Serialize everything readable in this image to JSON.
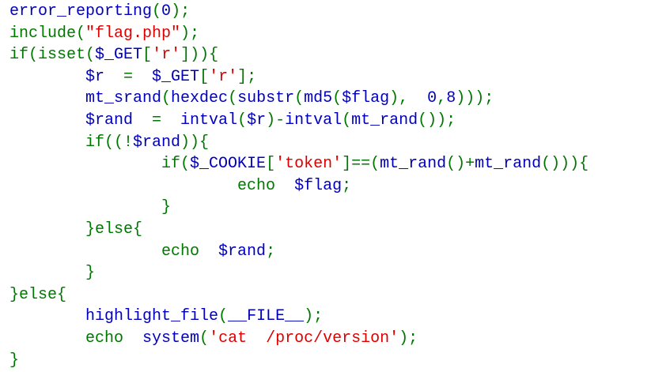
{
  "background": "#FFFFFF",
  "lines": [
    {
      "tokens": [
        {
          "t": "error_reporting",
          "color": "#0000BB"
        },
        {
          "t": "(",
          "color": "#007700"
        },
        {
          "t": "0",
          "color": "#0000BB"
        },
        {
          "t": ");",
          "color": "#007700"
        }
      ]
    },
    {
      "tokens": [
        {
          "t": "include(",
          "color": "#007700"
        },
        {
          "t": "\"flag.php\"",
          "color": "#DD0000"
        },
        {
          "t": ");",
          "color": "#007700"
        }
      ]
    },
    {
      "tokens": [
        {
          "t": "if(isset(",
          "color": "#007700"
        },
        {
          "t": "$_GET",
          "color": "#0000BB"
        },
        {
          "t": "[",
          "color": "#007700"
        },
        {
          "t": "'r'",
          "color": "#DD0000"
        },
        {
          "t": "])){",
          "color": "#007700"
        }
      ]
    },
    {
      "tokens": [
        {
          "t": "        ",
          "color": "#007700"
        },
        {
          "t": "$r",
          "color": "#0000BB"
        },
        {
          "t": "  =  ",
          "color": "#007700"
        },
        {
          "t": "$_GET",
          "color": "#0000BB"
        },
        {
          "t": "[",
          "color": "#007700"
        },
        {
          "t": "'r'",
          "color": "#DD0000"
        },
        {
          "t": "];",
          "color": "#007700"
        }
      ]
    },
    {
      "tokens": [
        {
          "t": "        ",
          "color": "#007700"
        },
        {
          "t": "mt_srand",
          "color": "#0000BB"
        },
        {
          "t": "(",
          "color": "#007700"
        },
        {
          "t": "hexdec",
          "color": "#0000BB"
        },
        {
          "t": "(",
          "color": "#007700"
        },
        {
          "t": "substr",
          "color": "#0000BB"
        },
        {
          "t": "(",
          "color": "#007700"
        },
        {
          "t": "md5",
          "color": "#0000BB"
        },
        {
          "t": "(",
          "color": "#007700"
        },
        {
          "t": "$flag",
          "color": "#0000BB"
        },
        {
          "t": "),  ",
          "color": "#007700"
        },
        {
          "t": "0",
          "color": "#0000BB"
        },
        {
          "t": ",",
          "color": "#007700"
        },
        {
          "t": "8",
          "color": "#0000BB"
        },
        {
          "t": ")));",
          "color": "#007700"
        }
      ]
    },
    {
      "tokens": [
        {
          "t": "        ",
          "color": "#007700"
        },
        {
          "t": "$rand",
          "color": "#0000BB"
        },
        {
          "t": "  =  ",
          "color": "#007700"
        },
        {
          "t": "intval",
          "color": "#0000BB"
        },
        {
          "t": "(",
          "color": "#007700"
        },
        {
          "t": "$r",
          "color": "#0000BB"
        },
        {
          "t": ")-",
          "color": "#007700"
        },
        {
          "t": "intval",
          "color": "#0000BB"
        },
        {
          "t": "(",
          "color": "#007700"
        },
        {
          "t": "mt_rand",
          "color": "#0000BB"
        },
        {
          "t": "());",
          "color": "#007700"
        }
      ]
    },
    {
      "tokens": [
        {
          "t": "        if((!",
          "color": "#007700"
        },
        {
          "t": "$rand",
          "color": "#0000BB"
        },
        {
          "t": ")){",
          "color": "#007700"
        }
      ]
    },
    {
      "tokens": [
        {
          "t": "                if(",
          "color": "#007700"
        },
        {
          "t": "$_COOKIE",
          "color": "#0000BB"
        },
        {
          "t": "[",
          "color": "#007700"
        },
        {
          "t": "'token'",
          "color": "#DD0000"
        },
        {
          "t": "]==(",
          "color": "#007700"
        },
        {
          "t": "mt_rand",
          "color": "#0000BB"
        },
        {
          "t": "()+",
          "color": "#007700"
        },
        {
          "t": "mt_rand",
          "color": "#0000BB"
        },
        {
          "t": "())){",
          "color": "#007700"
        }
      ]
    },
    {
      "tokens": [
        {
          "t": "                        echo  ",
          "color": "#007700"
        },
        {
          "t": "$flag",
          "color": "#0000BB"
        },
        {
          "t": ";",
          "color": "#007700"
        }
      ]
    },
    {
      "tokens": [
        {
          "t": "                }",
          "color": "#007700"
        }
      ]
    },
    {
      "tokens": [
        {
          "t": "        }else{",
          "color": "#007700"
        }
      ]
    },
    {
      "tokens": [
        {
          "t": "                echo  ",
          "color": "#007700"
        },
        {
          "t": "$rand",
          "color": "#0000BB"
        },
        {
          "t": ";",
          "color": "#007700"
        }
      ]
    },
    {
      "tokens": [
        {
          "t": "        }",
          "color": "#007700"
        }
      ]
    },
    {
      "tokens": [
        {
          "t": "}else{",
          "color": "#007700"
        }
      ]
    },
    {
      "tokens": [
        {
          "t": "        ",
          "color": "#007700"
        },
        {
          "t": "highlight_file",
          "color": "#0000BB"
        },
        {
          "t": "(",
          "color": "#007700"
        },
        {
          "t": "__FILE__",
          "color": "#0000BB"
        },
        {
          "t": ");",
          "color": "#007700"
        }
      ]
    },
    {
      "tokens": [
        {
          "t": "        echo  ",
          "color": "#007700"
        },
        {
          "t": "system",
          "color": "#0000BB"
        },
        {
          "t": "(",
          "color": "#007700"
        },
        {
          "t": "'cat  /proc/version'",
          "color": "#DD0000"
        },
        {
          "t": ");",
          "color": "#007700"
        }
      ]
    },
    {
      "tokens": [
        {
          "t": "}",
          "color": "#007700"
        }
      ]
    }
  ]
}
